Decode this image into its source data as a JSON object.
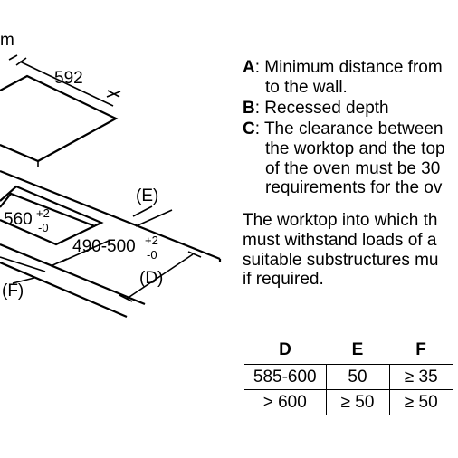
{
  "diagram": {
    "label_mm": "m",
    "width_label": "592",
    "cutout_width": "560",
    "cutout_width_tol_plus": "+2",
    "cutout_width_tol_minus": "-0",
    "cutout_depth": "490-500",
    "cutout_depth_tol_plus": "+2",
    "cutout_depth_tol_minus": "-0",
    "label_e": "(E)",
    "label_d": "(D)",
    "label_f": "(F)"
  },
  "notes": {
    "a_key": "A",
    "a_line1": ": Minimum distance from",
    "a_line2": "to the wall.",
    "b_key": "B",
    "b_line1": ": Recessed depth",
    "c_key": "C",
    "c_line1": ": The clearance between",
    "c_line2": "the worktop and the top",
    "c_line3": "of the oven must be 30",
    "c_line4": "requirements for the ov"
  },
  "paragraph": {
    "line1": "The worktop into which th",
    "line2": "must withstand loads of a",
    "line3": "suitable substructures mu",
    "line4": "if required."
  },
  "table": {
    "headers": [
      "D",
      "E",
      "F"
    ],
    "rows": [
      [
        "585-600",
        "50",
        "≥ 35"
      ],
      [
        "> 600",
        "≥ 50",
        "≥ 50"
      ]
    ]
  }
}
